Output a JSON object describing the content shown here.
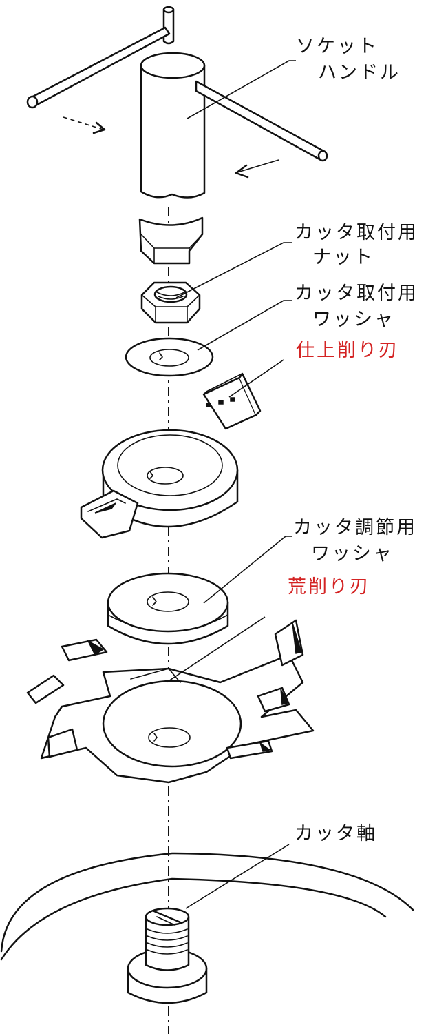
{
  "labels": {
    "socket_handle_line1": "ソケット",
    "socket_handle_line2": "ハンドル",
    "cutter_nut_line1": "カッタ取付用",
    "cutter_nut_line2": "ナット",
    "cutter_washer_line1": "カッタ取付用",
    "cutter_washer_line2": "ワッシャ",
    "finishing_blade": "仕上削り刃",
    "adjust_washer_line1": "カッタ調節用",
    "adjust_washer_line2": "ワッシャ",
    "rough_blade": "荒削り刃",
    "cutter_shaft": "カッタ軸"
  },
  "colors": {
    "line": "#111111",
    "red_label": "#d42323",
    "background": "#ffffff"
  }
}
